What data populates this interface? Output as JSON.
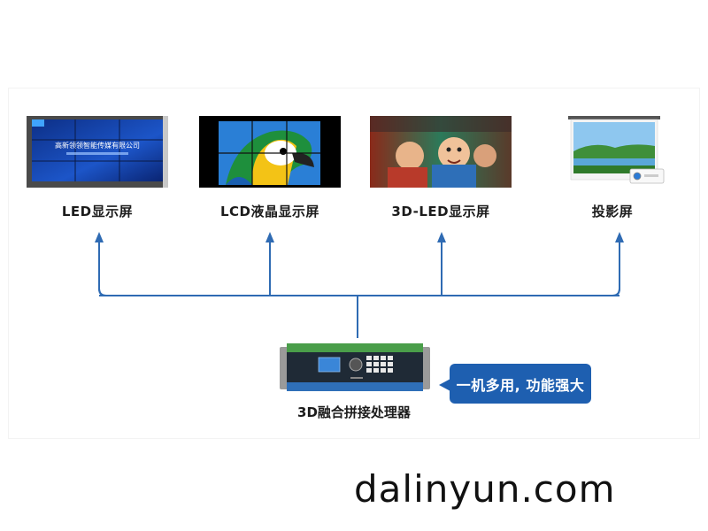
{
  "displays": [
    {
      "label": "LED显示屏",
      "screen_text": "高新领领智能传媒有限公司"
    },
    {
      "label": "LCD液晶显示屏"
    },
    {
      "label": "3D-LED显示屏"
    },
    {
      "label": "投影屏"
    }
  ],
  "device": {
    "label": "3D融合拼接处理器"
  },
  "callout": {
    "text": "一机多用, 功能强大"
  },
  "watermark": {
    "text": "dalinyun.com"
  },
  "colors": {
    "connector": "#2f6bb3",
    "callout_bg": "#1e5fb0",
    "device_accent": "#4a9e4a"
  }
}
